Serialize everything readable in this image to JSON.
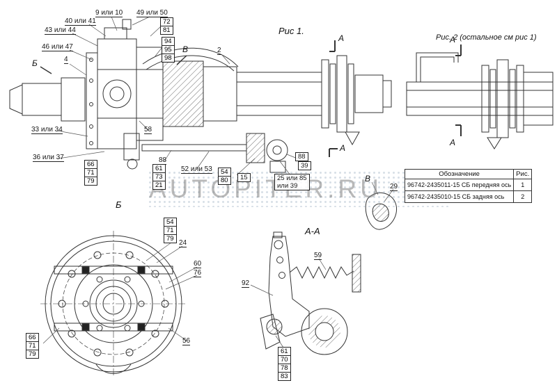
{
  "watermark": "AUTOPITER.RU",
  "fig1": {
    "label": "Рис 1.",
    "c": {
      "n9_10": "9 или 10",
      "n49_50": "49 или 50",
      "n40_41": "40 или 41",
      "n72": "72",
      "n81": "81",
      "n43_44": "43 или 44",
      "n94": "94",
      "n95": "95",
      "n98": "98",
      "n46_47": "46 или 47",
      "view_b_arrow": "В",
      "view_b_left": "Б",
      "n4": "4",
      "n2": "2",
      "section_a_top": "А",
      "n33_34": "33 или 34",
      "n36_37": "36 или 37",
      "n58": "58",
      "n88a": "88",
      "n66": "66",
      "n71": "71",
      "n79": "79",
      "n61": "61",
      "n73": "73",
      "n21": "21",
      "n52_53": "52 или 53",
      "n54": "54",
      "n80": "80",
      "n15": "15",
      "n25_85_line1": "25 или 85",
      "n25_85_line2": "или 39",
      "n88b": "88",
      "n39": "39",
      "section_a_bottom": "А",
      "view_b_detail": "В"
    }
  },
  "fig2": {
    "label": "Рис. 2 (остальное см рис 1)",
    "c": {
      "a_top": "А",
      "a_bottom": "А"
    }
  },
  "detail29": {
    "n29": "29"
  },
  "legend": {
    "headers": [
      "Обозначение",
      "Рис."
    ],
    "rows": [
      [
        "96742-2435011-15 СБ передняя ось",
        "1"
      ],
      [
        "96742-2435010-15 СБ задняя ось",
        "2"
      ]
    ]
  },
  "viewB": {
    "label": "Б",
    "c": {
      "n54": "54",
      "n71a": "71",
      "n79a": "79",
      "n24": "24",
      "n60": "60",
      "n76": "76",
      "n66": "66",
      "n71b": "71",
      "n79b": "79",
      "n56": "56"
    }
  },
  "sectionAA": {
    "label": "А-А",
    "c": {
      "n59": "59",
      "n92": "92",
      "n61": "61",
      "n70": "70",
      "n78": "78",
      "n83": "83"
    }
  }
}
